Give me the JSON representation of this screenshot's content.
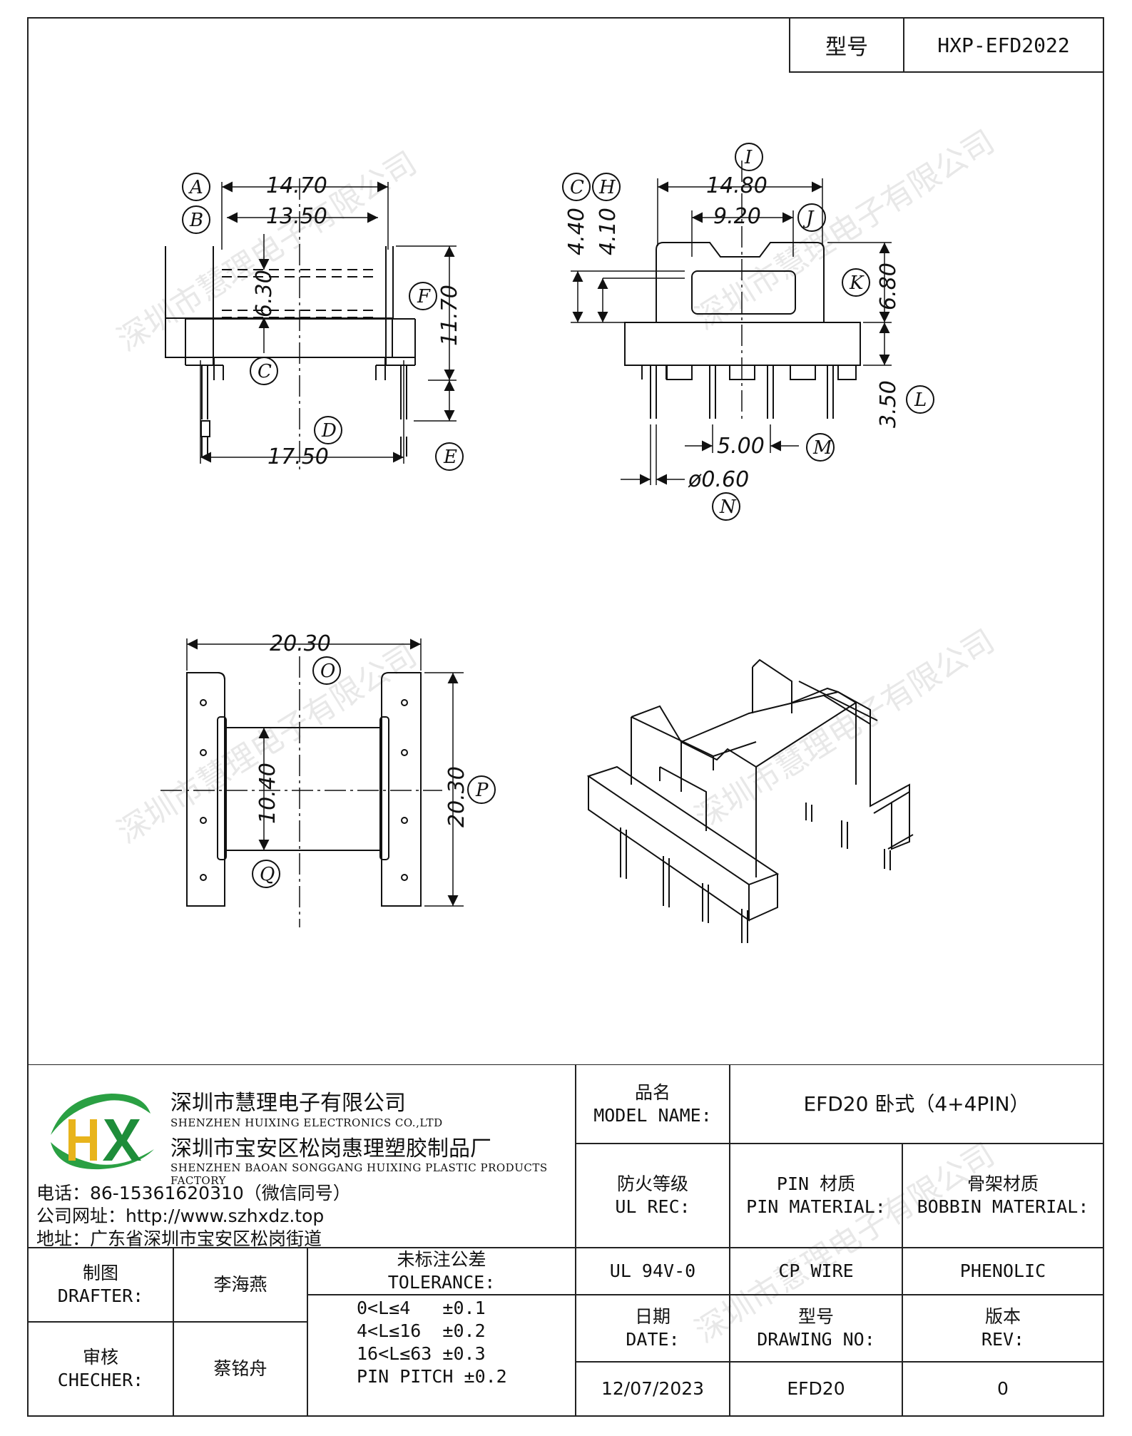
{
  "header": {
    "model_label": "型号",
    "model_value": "HXP-EFD2022"
  },
  "dimensions": {
    "A": "14.70",
    "B": "13.50",
    "C": "6.30",
    "F": "11.70",
    "D": "17.50",
    "I": "14.80",
    "J": "9.20",
    "C2": "4.40",
    "H": "4.10",
    "K": "6.80",
    "L": "3.50",
    "M": "5.00",
    "N": "ø0.60",
    "O": "20.30",
    "P": "20.30",
    "Q": "10.40"
  },
  "balloons": {
    "A": "A",
    "B": "B",
    "C": "C",
    "D": "D",
    "E": "E",
    "F": "F",
    "H": "H",
    "I": "I",
    "J": "J",
    "K": "K",
    "L": "L",
    "M": "M",
    "N": "N",
    "O": "O",
    "P": "P",
    "Q": "Q"
  },
  "watermark": "深圳市慧理电子有限公司",
  "company": {
    "name_cn": "深圳市慧理电子有限公司",
    "name_en": "SHENZHEN HUIXING ELECTRONICS CO.,LTD",
    "factory_cn": "深圳市宝安区松岗惠理塑胶制品厂",
    "factory_en": "SHENZHEN BAOAN SONGGANG HUIXING PLASTIC PRODUCTS FACTORY",
    "phone": "电话：86-15361620310（微信同号）",
    "website": "公司网址：http://www.szhxdz.top",
    "address": "地址：广东省深圳市宝安区松岗街道",
    "logo_text": "HX"
  },
  "title_block": {
    "model_name_cn": "品名",
    "model_name_en": "MODEL NAME:",
    "model_name_value": "EFD20 卧式（4+4PIN）",
    "fire_cn": "防火等级",
    "fire_en": "UL REC:",
    "pin_cn": "PIN 材质",
    "pin_en": "PIN MATERIAL:",
    "bobbin_cn": "骨架材质",
    "bobbin_en": "BOBBIN MATERIAL:",
    "fire_value": "UL 94V-0",
    "pin_value": "CP WIRE",
    "bobbin_value": "PHENOLIC",
    "drafter_cn": "制图",
    "drafter_en": "DRAFTER:",
    "drafter_name": "李海燕",
    "checker_cn": "审核",
    "checker_en": "CHECHER:",
    "checker_name": "蔡铭舟",
    "tol_cn": "未标注公差",
    "tol_en": "TOLERANCE:",
    "tol_lines": [
      "0<L≤4   ±0.1",
      "4<L≤16  ±0.2",
      "16<L≤63 ±0.3",
      "PIN PITCH ±0.2"
    ],
    "date_cn": "日期",
    "date_en": "DATE:",
    "date_value": "12/07/2023",
    "drawing_cn": "型号",
    "drawing_en": "DRAWING NO:",
    "drawing_value": "EFD20",
    "rev_cn": "版本",
    "rev_en": "REV:",
    "rev_value": "0"
  }
}
